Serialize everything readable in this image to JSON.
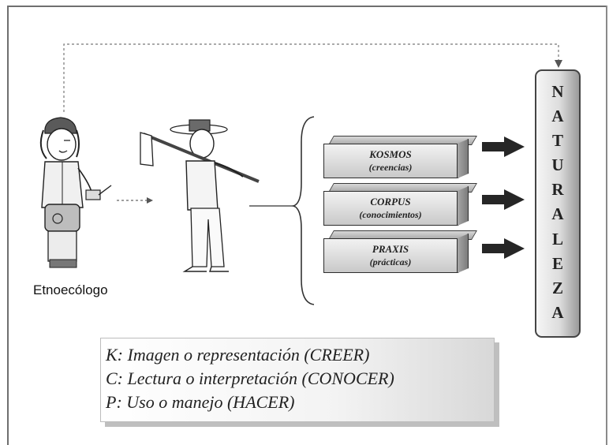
{
  "caption": "Etnoecólogo",
  "blocks": [
    {
      "name": "KOSMOS",
      "sub": "(creencias)"
    },
    {
      "name": "CORPUS",
      "sub": "(conocimientos)"
    },
    {
      "name": "PRAXIS",
      "sub": "(prácticas)"
    }
  ],
  "naturaleza_letters": [
    "N",
    "A",
    "T",
    "U",
    "R",
    "A",
    "L",
    "E",
    "Z",
    "A"
  ],
  "legend_lines": [
    "K: Imagen o representación (CREER)",
    "C: Lectura o interpretación (CONOCER)",
    "P: Uso o manejo (HACER)"
  ]
}
